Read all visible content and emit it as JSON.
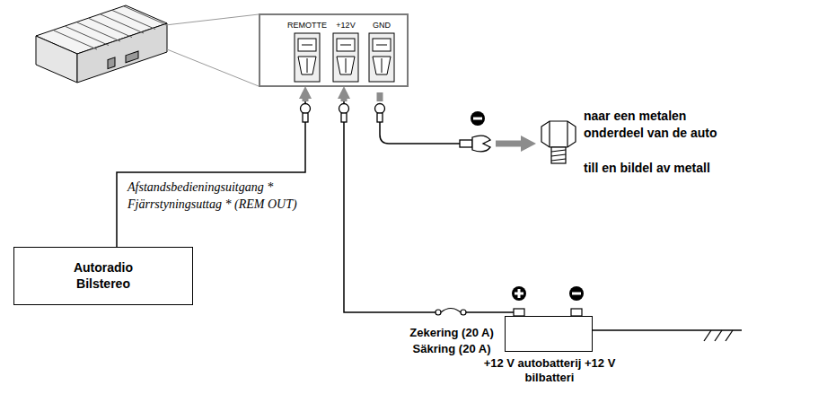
{
  "diagram": {
    "nodes": [
      {
        "text": [
          "REMOTTE",
          "+12V",
          "GND"
        ]
      },
      {
        "text": [
          "Autoradio Bilstereo"
        ]
      },
      {
        "text": [
          "+12 V autobatterij +12 V bilbatteri"
        ]
      }
    ],
    "edges": [
      {
        "from": 1,
        "to": 0,
        "arrow": "to",
        "label": "Afstandsbedieningsuitgang * Fjärrstyningsuttag * (REM OUT)"
      },
      {
        "from": 2,
        "to": 0,
        "arrow": "to",
        "label": "Zekering (20 A) Säkring (20 A)"
      }
    ],
    "labels": [
      "naar een metalen onderdeel van de auto",
      "till en bildel av metall"
    ]
  }
}
